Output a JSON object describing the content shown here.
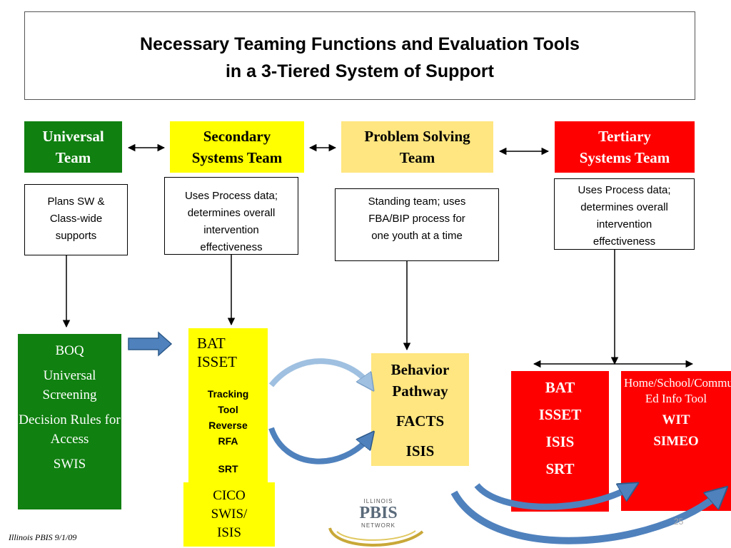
{
  "title": {
    "line1": "Necessary Teaming Functions and Evaluation Tools",
    "line2": "in a 3-Tiered System of Support"
  },
  "teams": {
    "universal": {
      "line1": "Universal",
      "line2": "Team"
    },
    "secondary": {
      "line1": "Secondary",
      "line2": "Systems Team"
    },
    "problem": {
      "line1": "Problem Solving",
      "line2": "Team"
    },
    "tertiary": {
      "line1": "Tertiary",
      "line2": "Systems Team"
    }
  },
  "descriptions": {
    "universal": [
      "Plans SW &",
      "Class-wide",
      "supports"
    ],
    "secondary": [
      "Uses Process data;",
      "determines overall",
      "intervention",
      "effectiveness"
    ],
    "problem": [
      "Standing team; uses",
      "FBA/BIP process for",
      "one youth at a time"
    ],
    "tertiary": [
      "Uses Process data;",
      "determines overall",
      "intervention",
      "effectiveness"
    ]
  },
  "tools": {
    "universal": [
      "BOQ",
      "Universal Screening",
      "Decision Rules for Access",
      "SWIS"
    ],
    "secondary_top": [
      "BAT",
      "ISSET"
    ],
    "secondary_mid": [
      "Tracking",
      "Tool",
      "Reverse",
      "RFA"
    ],
    "secondary_srt": "SRT",
    "secondary_bottom": [
      "CICO",
      "SWIS/",
      "ISIS"
    ],
    "behavior": [
      "Behavior",
      "Pathway",
      "FACTS",
      "ISIS"
    ],
    "tertiary_left": [
      "BAT",
      "ISSET",
      "ISIS",
      "SRT"
    ],
    "tertiary_right_info": "Home/School/Community Ed Info Tool",
    "tertiary_right_bold": [
      "WIT",
      "SIMEO"
    ]
  },
  "logo": {
    "top": "ILLINOIS",
    "main": "PBIS",
    "bottom": "NETWORK"
  },
  "footer": "Illinois PBIS 9/1/09",
  "page_number": "25",
  "colors": {
    "universal": "#108010",
    "secondary": "#ffff00",
    "problem": "#ffe680",
    "tertiary": "#ff0000",
    "arrow_blue": "#4f81bd"
  }
}
